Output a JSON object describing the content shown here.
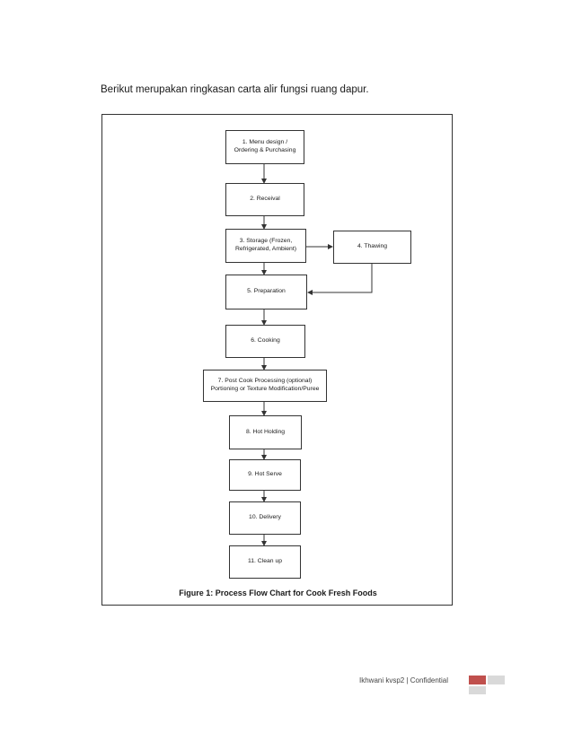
{
  "intro_text": "Berikut merupakan ringkasan carta alir fungsi ruang dapur.",
  "flowchart": {
    "steps": [
      {
        "line1": "1. Menu design /",
        "line2": "Ordering & Purchasing"
      },
      {
        "line1": "2. Receival",
        "line2": ""
      },
      {
        "line1": "3. Storage (Frozen,",
        "line2": "Refrigerated, Ambient)"
      },
      {
        "line1": "4. Thawing",
        "line2": ""
      },
      {
        "line1": "5. Preparation",
        "line2": ""
      },
      {
        "line1": "6. Cooking",
        "line2": ""
      },
      {
        "line1": "7. Post Cook Processing (optional)",
        "line2": "Portioning or Texture Modification/Puree"
      },
      {
        "line1": "8. Hot Holding",
        "line2": ""
      },
      {
        "line1": "9. Hot Serve",
        "line2": ""
      },
      {
        "line1": "10. Delivery",
        "line2": ""
      },
      {
        "line1": "11. Clean up",
        "line2": ""
      }
    ],
    "caption": "Figure 1: Process Flow Chart for Cook Fresh Foods"
  },
  "footer": {
    "text": "Ikhwani kvsp2 | Confidential"
  },
  "colors": {
    "accent_red": "#c0504d",
    "accent_gray": "#d9d9d9"
  }
}
